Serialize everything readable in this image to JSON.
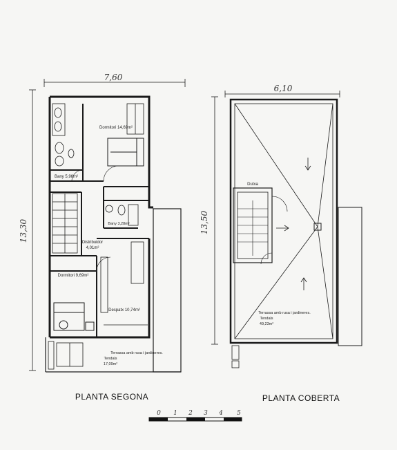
{
  "plans": {
    "second_floor": {
      "title": "PLANTA SEGONA",
      "dim_width": "7,60",
      "dim_height": "13,30",
      "rooms": {
        "dormitori_1": "Dormitori 14,69m²",
        "bany_1": "Bany 5,96m²",
        "bany_2": "Bany 3,28m²",
        "distribuidor_1": "Distribuidor",
        "distribuidor_2": "4,01m²",
        "dormitori_2": "Dormitori 9,69m²",
        "despatx": "Despatx 10,74m²",
        "terrassa_1": "Terrassa amb rusa i jardineres.",
        "terrassa_2": "Tendals",
        "terrassa_3": "17,09m²"
      }
    },
    "roof": {
      "title": "PLANTA COBERTA",
      "dim_width": "6,10",
      "dim_height": "13,50",
      "rooms": {
        "dutxa": "Dutxa",
        "terrassa_1": "Terrassa amb rusa i jardineres.",
        "terrassa_2": "Tendals",
        "terrassa_3": "49,23m²"
      }
    }
  },
  "scale": {
    "ticks": [
      "0",
      "1",
      "2",
      "3",
      "4",
      "5"
    ]
  },
  "colors": {
    "ink": "#222222",
    "paper": "#f6f6f4",
    "wall": "#111111"
  }
}
